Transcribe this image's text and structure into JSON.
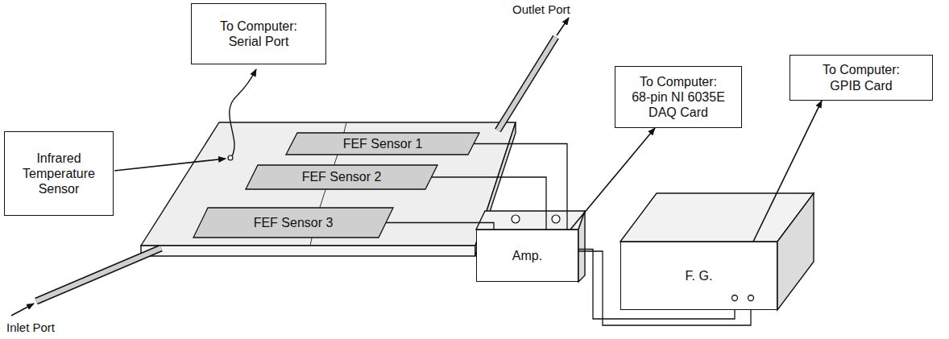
{
  "diagram": {
    "nodes": [
      {
        "text": [
          "To Computer:",
          "Serial Port"
        ]
      },
      {
        "text": [
          "Infrared Temperature Sensor"
        ]
      },
      {
        "text": [
          "FEF Sensor 1"
        ]
      },
      {
        "text": [
          "FEF Sensor 2"
        ]
      },
      {
        "text": [
          "FEF Sensor 3"
        ]
      },
      {
        "text": [
          "To Computer:",
          "68-pin NI 6035E DAQ Card"
        ]
      },
      {
        "text": [
          "To Computer:",
          "GPIB Card"
        ]
      },
      {
        "text": [
          "Amp."
        ]
      },
      {
        "text": [
          "F. G."
        ]
      }
    ],
    "edges": [
      {
        "from": 2,
        "to": 7,
        "arrow": "none"
      },
      {
        "from": 3,
        "to": 7,
        "arrow": "none"
      },
      {
        "from": 4,
        "to": 7,
        "arrow": "none"
      },
      {
        "from": 7,
        "to": 5,
        "arrow": "to"
      },
      {
        "from": 8,
        "to": 6,
        "arrow": "to"
      },
      {
        "from": 8,
        "to": 7,
        "arrow": "none"
      }
    ],
    "labels": [
      "Outlet Port",
      "Inlet Port"
    ]
  }
}
